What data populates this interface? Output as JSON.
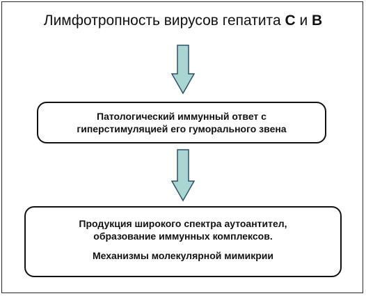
{
  "title": {
    "part1": "Лимфотропность вирусов гепатита ",
    "letter_c": "С",
    "middle": " и ",
    "letter_b": "В"
  },
  "box1": {
    "line1": "Патологический иммунный ответ с",
    "line2": "гиперстимуляцией его гуморального звена"
  },
  "box2": {
    "line1": "Продукция широкого спектра аутоантител,",
    "line2": "образование иммунных комплексов.",
    "line3": "Механизмы молекулярной мимикрии"
  },
  "colors": {
    "arrow_fill": "#a9d6d3",
    "arrow_stroke": "#2f4f6a",
    "box_border": "#111111"
  }
}
